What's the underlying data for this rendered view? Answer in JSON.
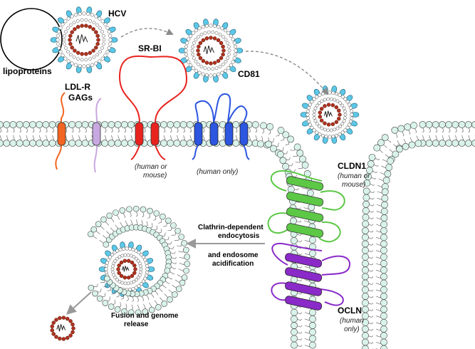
{
  "labels": {
    "hcv": "HCV",
    "lipoproteins": "lipoproteins",
    "ldlr": "LDL-R",
    "gags": "GAGs",
    "srbi": "SR-BI",
    "srbi_note_1": "(human or",
    "srbi_note_2": "mouse)",
    "cd81": "CD81",
    "cd81_note": "(human only)",
    "cldn1": "CLDN1",
    "cldn1_note_1": "(human or",
    "cldn1_note_2": "mouse)",
    "ocln": "OCLN",
    "ocln_note_1": "(human",
    "ocln_note_2": "only)",
    "clathrin_1": "Clathrin-dependent",
    "clathrin_2": "endocytosis",
    "endosome_1": "and endosome",
    "endosome_2": "acidification",
    "fusion_1": "Fusion and genome",
    "fusion_2": "release"
  },
  "colors": {
    "ldlr": "#f26522",
    "gags": "#c8a8e0",
    "srbi": "#e8231e",
    "cd81": "#2c55e0",
    "cldn1": "#5cc846",
    "ocln": "#8a2ac8",
    "lipid_head": "#d9f3ea",
    "envelope_protein": "#5cc8e8",
    "rna_bead": "#b0321e"
  }
}
